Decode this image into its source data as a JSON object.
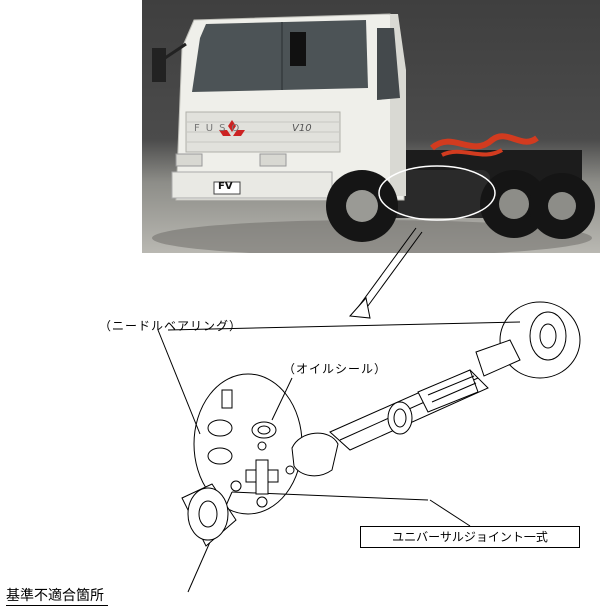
{
  "photo": {
    "grille_brand": "FUSO",
    "model_badge": "V10",
    "front_plate": "FV",
    "accent_colors": {
      "body": "#f2f2ee",
      "chassis": "#1a1a1a",
      "red_hose": "#d23b1f"
    }
  },
  "callouts": {
    "needle_bearing": "（ニードルベアリング）",
    "oil_seal": "（オイルシール）",
    "universal_joint_set": "ユニバーサルジョイント一式",
    "nonconforming_location": "基準不適合箇所"
  }
}
